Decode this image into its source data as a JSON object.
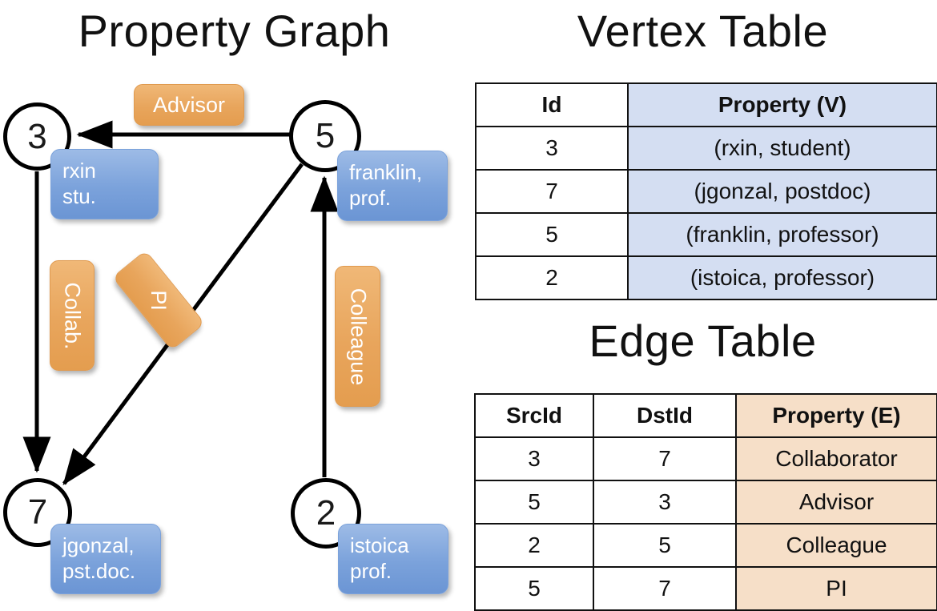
{
  "titles": {
    "property_graph": "Property Graph",
    "vertex_table": "Vertex Table",
    "edge_table": "Edge Table"
  },
  "graph": {
    "nodes": [
      {
        "id": "3",
        "property_line1": "rxin",
        "property_line2": "stu."
      },
      {
        "id": "5",
        "property_line1": "franklin,",
        "property_line2": "prof."
      },
      {
        "id": "7",
        "property_line1": "jgonzal,",
        "property_line2": "pst.doc."
      },
      {
        "id": "2",
        "property_line1": "istoica",
        "property_line2": "prof."
      }
    ],
    "edge_labels": [
      {
        "text": "Advisor",
        "orientation": "horizontal"
      },
      {
        "text": "Collab.",
        "orientation": "vertical"
      },
      {
        "text": "PI",
        "orientation": "diagonal"
      },
      {
        "text": "Colleague",
        "orientation": "vertical"
      }
    ]
  },
  "vertex_table": {
    "headers": [
      "Id",
      "Property (V)"
    ],
    "rows": [
      [
        "3",
        "(rxin, student)"
      ],
      [
        "7",
        "(jgonzal, postdoc)"
      ],
      [
        "5",
        "(franklin, professor)"
      ],
      [
        "2",
        "(istoica, professor)"
      ]
    ]
  },
  "edge_table": {
    "headers": [
      "SrcId",
      "DstId",
      "Property (E)"
    ],
    "rows": [
      [
        "3",
        "7",
        "Collaborator"
      ],
      [
        "5",
        "3",
        "Advisor"
      ],
      [
        "2",
        "5",
        "Colleague"
      ],
      [
        "5",
        "7",
        "PI"
      ]
    ]
  },
  "colors": {
    "vertex_fill": "#d4def2",
    "edge_fill": "#f6dfc8",
    "node_property_box": "#7ba2db",
    "edge_label_box": "#e8a55c",
    "stroke": "#111111",
    "background": "#ffffff"
  }
}
